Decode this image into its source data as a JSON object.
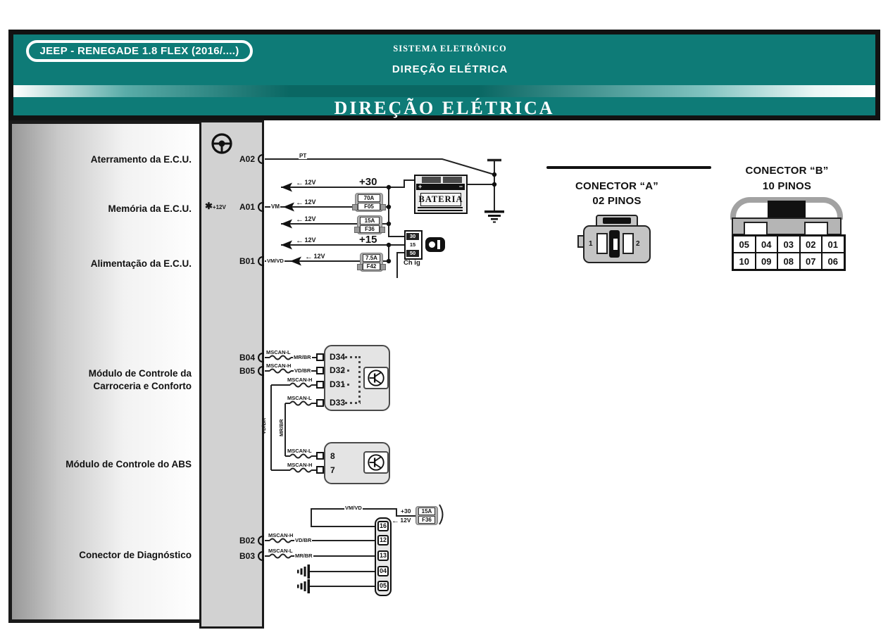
{
  "header": {
    "vehicle": "JEEP - RENEGADE 1.8 FLEX (2016/....)",
    "system_label": "SISTEMA ELETRÔNICO",
    "system_name": "DIREÇÃO ELÉTRICA",
    "title": "DIREÇÃO ELÉTRICA"
  },
  "colors": {
    "accent": "#0e7b77"
  },
  "sidebar": {
    "items": [
      {
        "lines": [
          "Aterramento da E.C.U."
        ]
      },
      {
        "lines": [
          "Memória da E.C.U."
        ]
      },
      {
        "lines": [
          "Alimentação da E.C.U."
        ]
      },
      {
        "lines": [
          "Módulo de Controle da",
          "Carroceria e Conforto"
        ]
      },
      {
        "lines": [
          "Módulo de Controle do ABS"
        ]
      },
      {
        "lines": [
          "Conector de Diagnóstico"
        ]
      }
    ]
  },
  "ecu": {
    "star": "✱",
    "star_note": "+12V",
    "pins": {
      "a02": "A02",
      "a01": "A01",
      "b01": "B01",
      "b04": "B04",
      "b05": "B05",
      "b02": "B02",
      "b03": "B03"
    }
  },
  "wires": {
    "pt": "PT",
    "vm": "VM",
    "vmvd": "VM/VD",
    "v12": "12V",
    "p30": "+30",
    "p15": "+15",
    "mscan_l": "MSCAN-L",
    "mscan_h": "MSCAN-H",
    "mrbr": "MR/BR",
    "vdbr": "VD/BR"
  },
  "battery": {
    "label": "BATERIA",
    "plus": "+",
    "minus": "−"
  },
  "fuses": {
    "f05": {
      "amp": "70A",
      "name": "F05"
    },
    "f36": {
      "amp": "15A",
      "name": "F36"
    },
    "f42": {
      "amp": "7.5A",
      "name": "F42"
    },
    "f36_diag": {
      "amp": "15A",
      "name": "F36"
    }
  },
  "ignition": {
    "t30": "30",
    "t15": "15",
    "t50": "50",
    "label": "Ch ig"
  },
  "connector_a": {
    "title": "CONECTOR “A”",
    "subtitle": "02 PINOS",
    "pins": [
      "1",
      "2"
    ]
  },
  "connector_b": {
    "title": "CONECTOR “B”",
    "subtitle": "10 PINOS",
    "rows": [
      [
        "05",
        "04",
        "03",
        "02",
        "01"
      ],
      [
        "10",
        "09",
        "08",
        "07",
        "06"
      ]
    ]
  },
  "bcm": {
    "pins": [
      "D34",
      "D32",
      "D31",
      "D33"
    ]
  },
  "abs": {
    "pins": [
      "8",
      "7"
    ]
  },
  "diag": {
    "pins": [
      "16",
      "12",
      "13",
      "04",
      "05"
    ]
  }
}
